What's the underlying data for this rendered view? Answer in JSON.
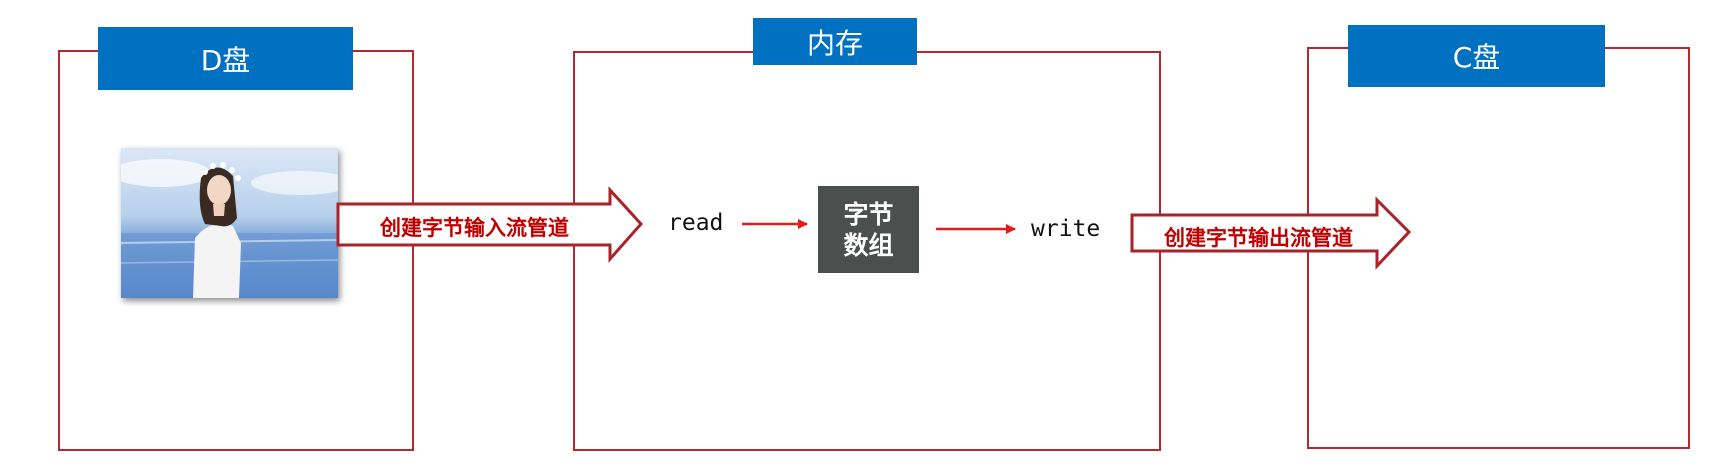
{
  "d_drive": {
    "title": "D盘"
  },
  "memory": {
    "title": "内存"
  },
  "c_drive": {
    "title": "C盘"
  },
  "input_pipe": {
    "label": "创建字节输入流管道"
  },
  "output_pipe": {
    "label": "创建字节输出流管道"
  },
  "read_label": "read",
  "write_label": "write",
  "byte_array": {
    "line1": "字节",
    "line2": "数组"
  },
  "colors": {
    "box_border": "#b22a2f",
    "title_bg": "#0070c0",
    "arrow_red": "#e31b1b",
    "pipe_text": "#c00000",
    "byte_array_bg": "#4b4f4e"
  }
}
